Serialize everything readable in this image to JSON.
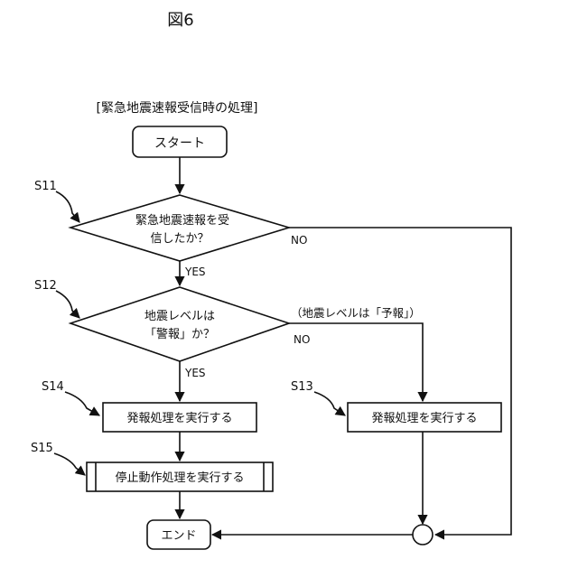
{
  "figure_label": "図6",
  "caption": "[緊急地震速報受信時の処理]",
  "nodes": {
    "start": "スタート",
    "decision1_line1": "緊急地震速報を受",
    "decision1_line2": "信したか？",
    "decision2_line1": "地震レベルは",
    "decision2_line2": "「警報」か？",
    "process_s14": "発報処理を実行する",
    "process_s13": "発報処理を実行する",
    "process_s15": "停止動作処理を実行する",
    "end": "エンド"
  },
  "step_labels": {
    "s11": "S11",
    "s12": "S12",
    "s13": "S13",
    "s14": "S14",
    "s15": "S15"
  },
  "edge_labels": {
    "d1_no": "NO",
    "d1_yes": "YES",
    "d2_no": "NO",
    "d2_yes": "YES",
    "d2_no_note": "（地震レベルは「予報」）"
  }
}
